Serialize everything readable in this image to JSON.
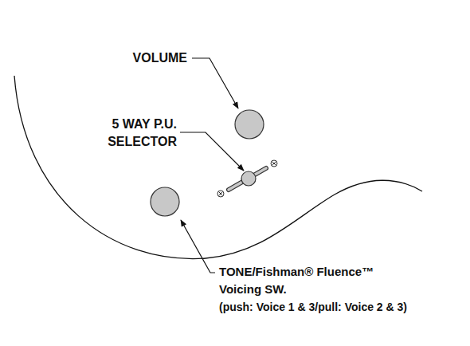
{
  "diagram": {
    "labels": [
      "VOLUME",
      "5 WAY P.U. SELECTOR",
      "TONE/Fishman® Fluence™ Voicing SW.",
      "(push: Voice 1 & 3/pull: Voice 2 & 3)"
    ]
  }
}
